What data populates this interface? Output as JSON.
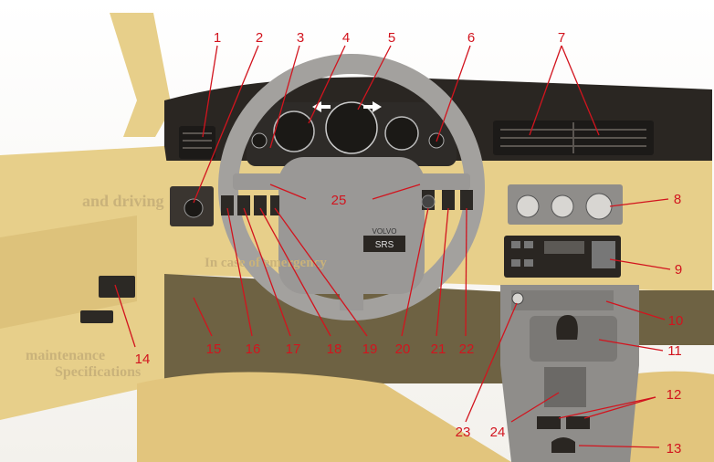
{
  "callouts": [
    {
      "n": "1"
    },
    {
      "n": "2"
    },
    {
      "n": "3"
    },
    {
      "n": "4"
    },
    {
      "n": "5"
    },
    {
      "n": "6"
    },
    {
      "n": "7"
    },
    {
      "n": "8"
    },
    {
      "n": "9"
    },
    {
      "n": "10"
    },
    {
      "n": "11"
    },
    {
      "n": "12"
    },
    {
      "n": "13"
    },
    {
      "n": "14"
    },
    {
      "n": "15"
    },
    {
      "n": "16"
    },
    {
      "n": "17"
    },
    {
      "n": "18"
    },
    {
      "n": "19"
    },
    {
      "n": "20"
    },
    {
      "n": "21"
    },
    {
      "n": "22"
    },
    {
      "n": "23"
    },
    {
      "n": "24"
    },
    {
      "n": "25"
    }
  ],
  "labels": {
    "steering_badge": "VOLVO",
    "airbag_badge": "SRS"
  },
  "background_text": [
    "and driving",
    "In case of emergency",
    "maintenance",
    "Specifications"
  ],
  "colors": {
    "callout_red": "#d2141e",
    "dashboard_tan": "#e7cf8a",
    "dashboard_dark": "#2a2622",
    "wheel_gray": "#9a9896",
    "console_gray": "#8f8d8a"
  }
}
